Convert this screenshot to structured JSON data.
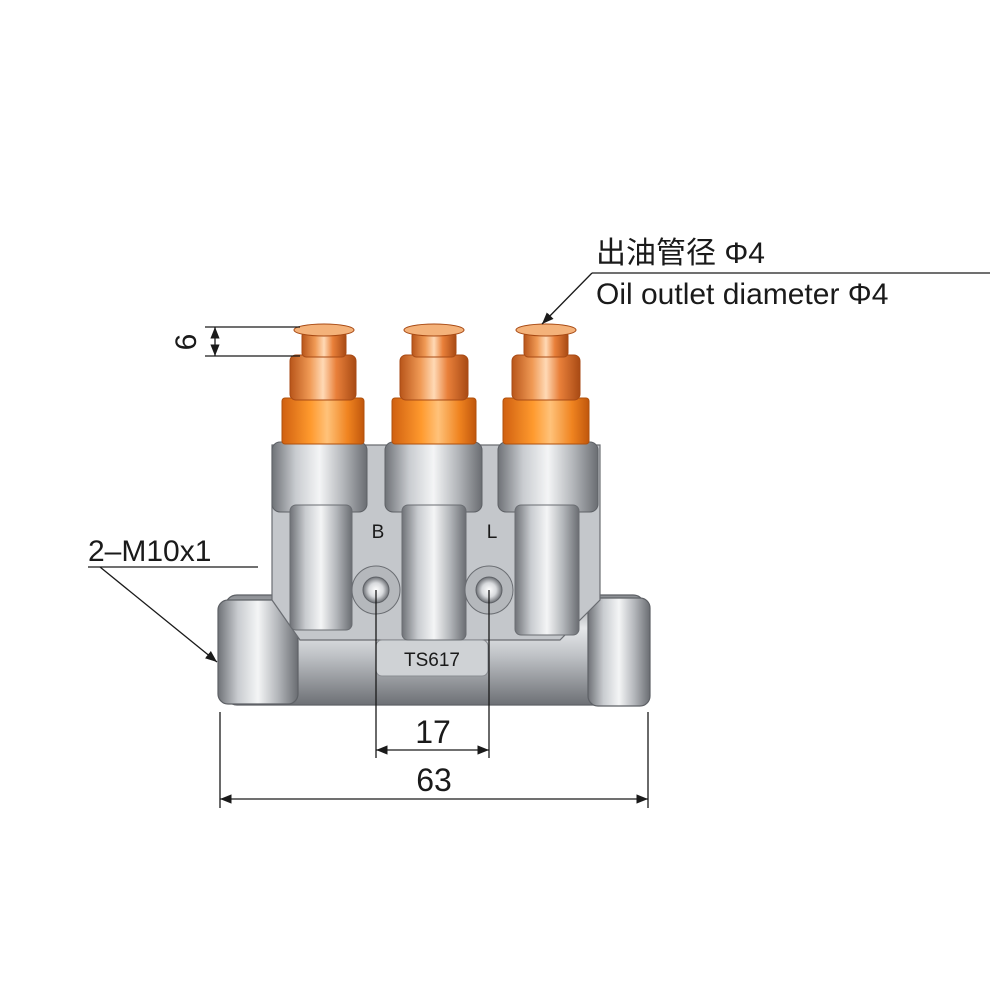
{
  "annotations": {
    "outlet_cn": "出油管径  Φ4",
    "outlet_en": "Oil outlet diameter  Φ4",
    "thread": "2–M10x1",
    "tip_height": "6",
    "port_spacing": "17",
    "overall_length": "63"
  },
  "body_markings": {
    "port_left": "B",
    "port_right": "L",
    "model": "TS617"
  },
  "colors": {
    "copper": "#e2762a",
    "copper_light": "#f7c49a",
    "steel": "#b9bcc0",
    "steel_dark": "#7d8085",
    "ink": "#1a1a1a"
  }
}
